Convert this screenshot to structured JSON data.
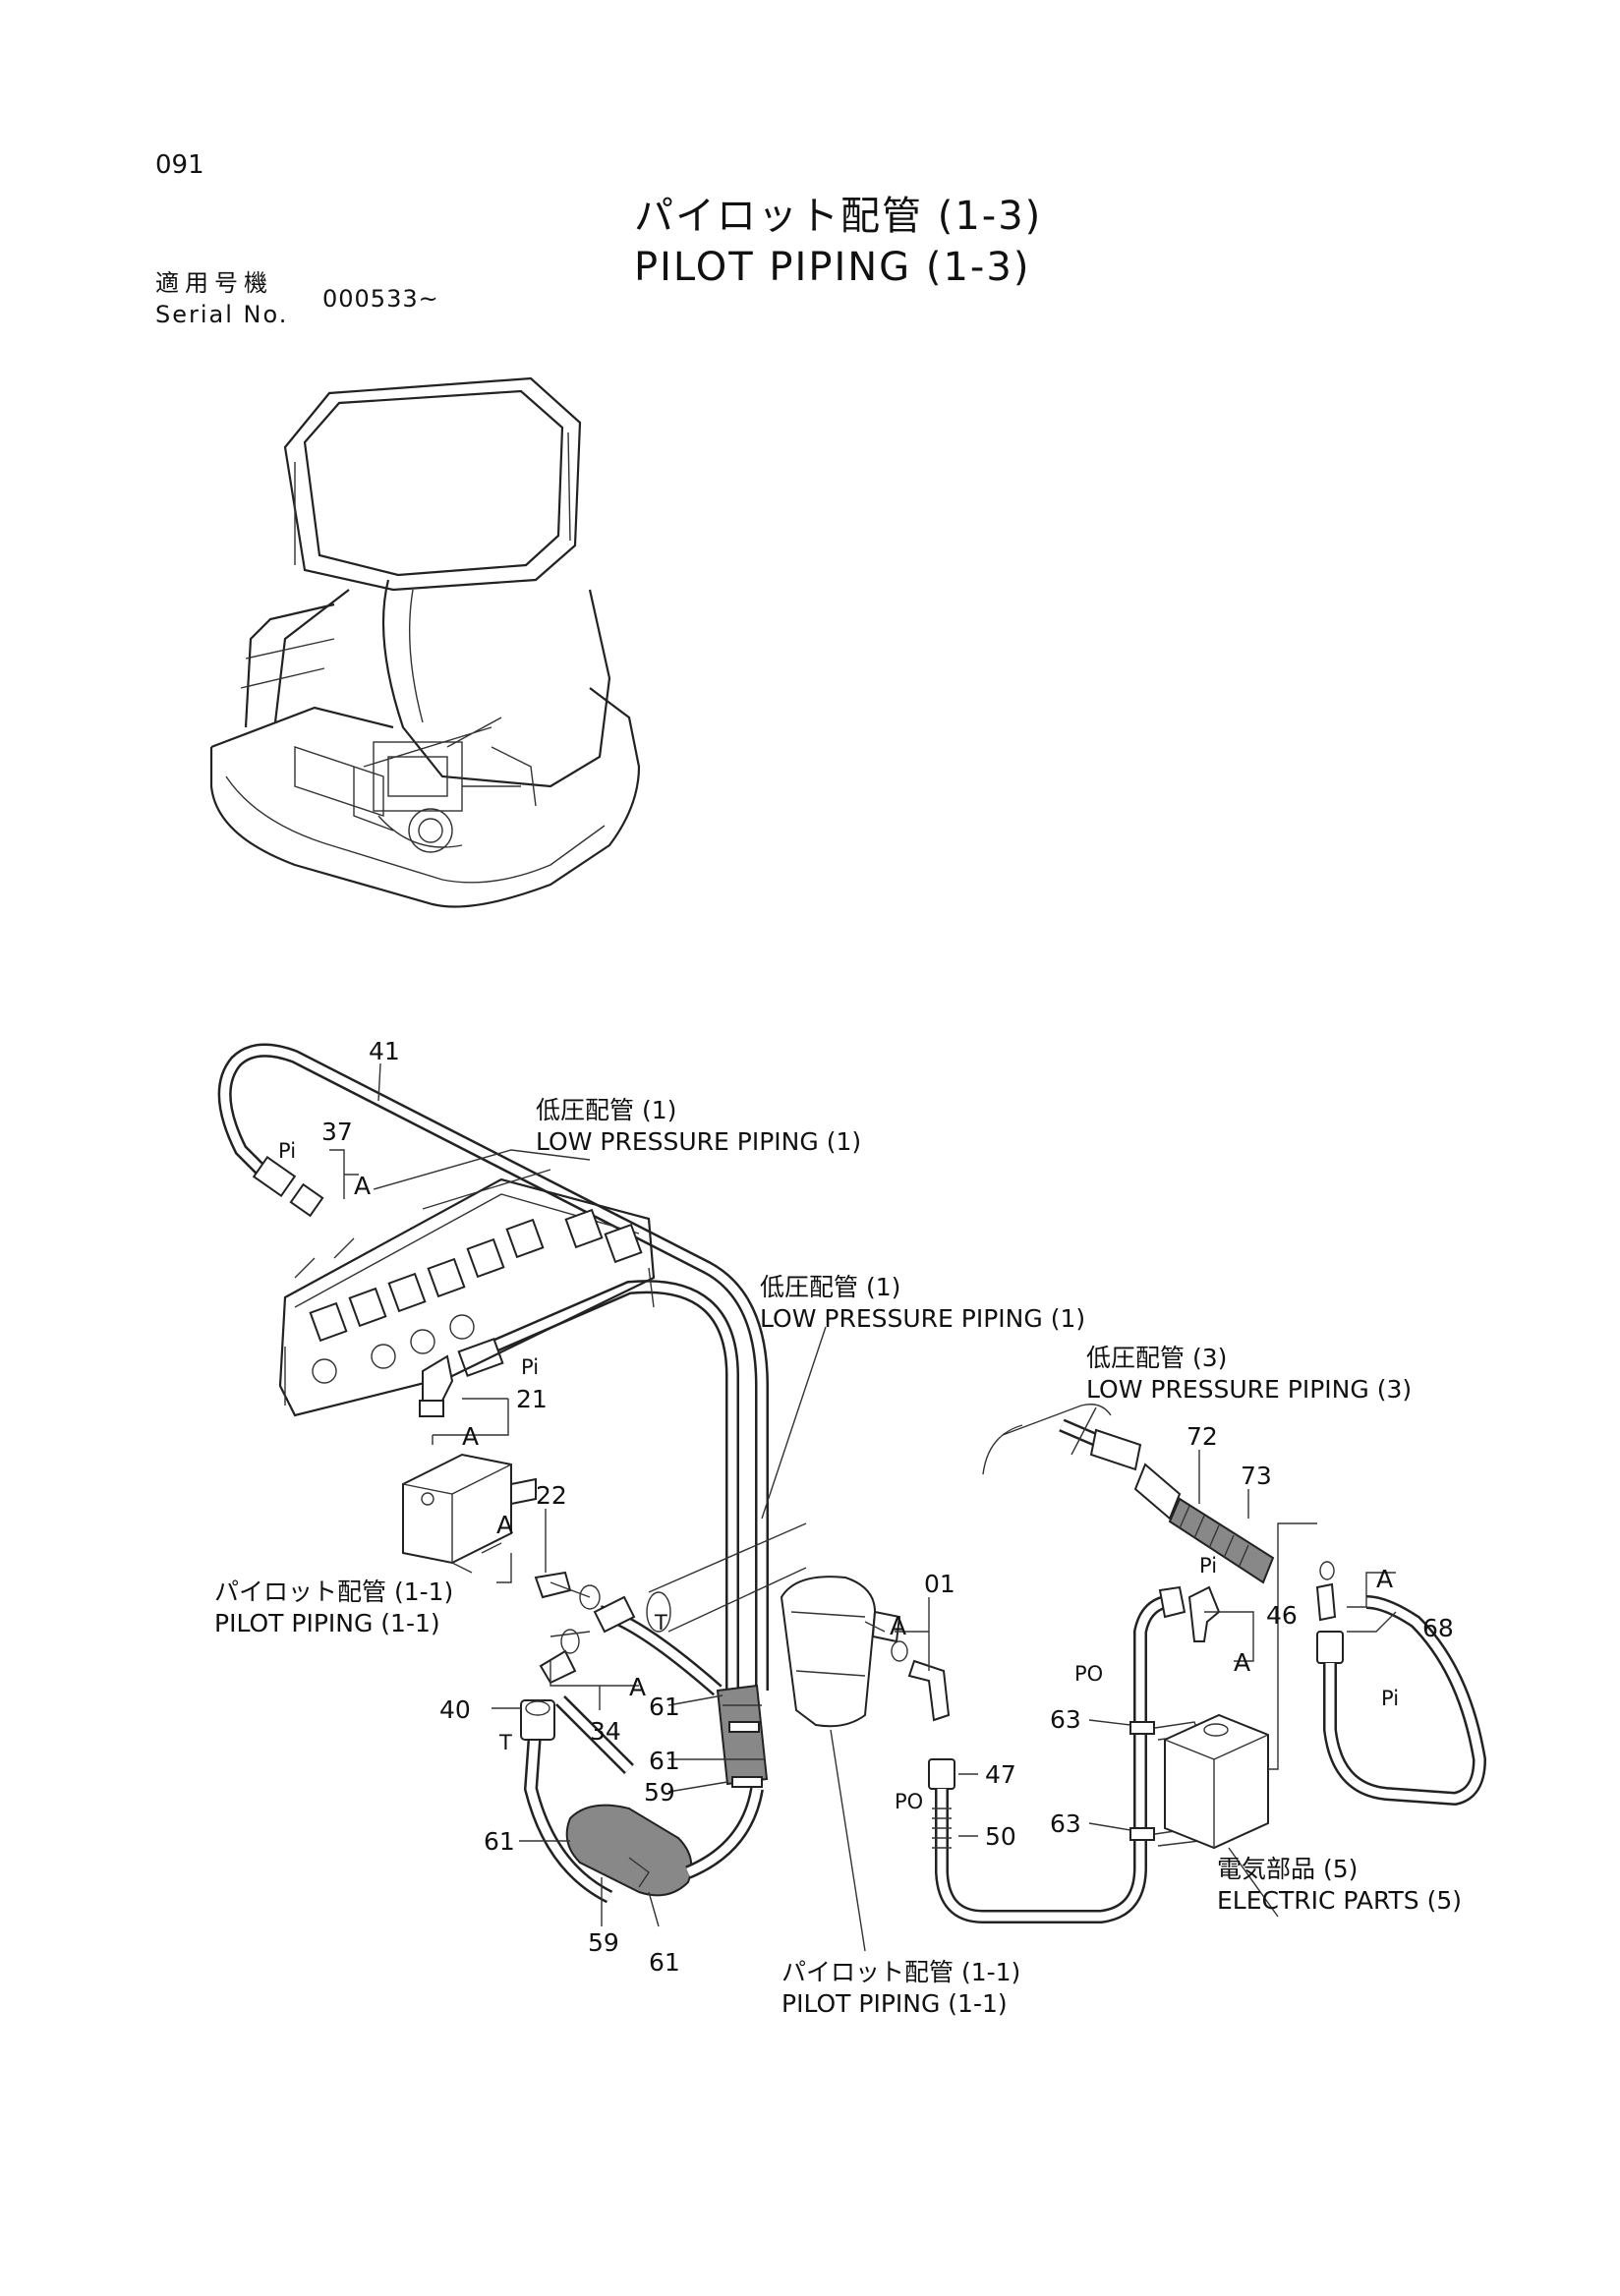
{
  "header": {
    "page_number": "091",
    "title_jp": "パイロット配管 (1-3)",
    "title_en": "PILOT PIPING (1-3)",
    "serial_label_jp": "適用号機",
    "serial_label_en": "Serial No.",
    "serial_value": "000533~"
  },
  "callouts": {
    "c41": "41",
    "c37": "37",
    "c21": "21",
    "c22": "22",
    "c40": "40",
    "c34": "34",
    "c61a": "61",
    "c61b": "61",
    "c59a": "59",
    "c61c": "61",
    "c59b": "59",
    "c61d": "61",
    "c01": "01",
    "c46": "46",
    "c47": "47",
    "c50": "50",
    "c63a": "63",
    "c63b": "63",
    "c72": "72",
    "c73": "73",
    "c68": "68"
  },
  "ports": {
    "pi1": "Pi",
    "pi2": "Pi",
    "pi3": "Pi",
    "pi4": "Pi",
    "po1": "PO",
    "po2": "PO",
    "t1": "T",
    "t2": "T",
    "a1": "A",
    "a2": "A",
    "a3": "A",
    "a4": "A",
    "a5": "A",
    "a6": "A",
    "a7": "A"
  },
  "references": {
    "lp1_jp": "低圧配管 (1)",
    "lp1_en": "LOW PRESSURE PIPING (1)",
    "lp2_jp": "低圧配管 (1)",
    "lp2_en": "LOW PRESSURE PIPING (1)",
    "lp3_jp": "低圧配管 (3)",
    "lp3_en": "LOW PRESSURE PIPING (3)",
    "pp1_jp": "パイロット配管 (1-1)",
    "pp1_en": "PILOT PIPING (1-1)",
    "pp2_jp": "パイロット配管 (1-1)",
    "pp2_en": "PILOT PIPING (1-1)",
    "ep_jp": "電気部品 (5)",
    "ep_en": "ELECTRIC PARTS (5)"
  }
}
